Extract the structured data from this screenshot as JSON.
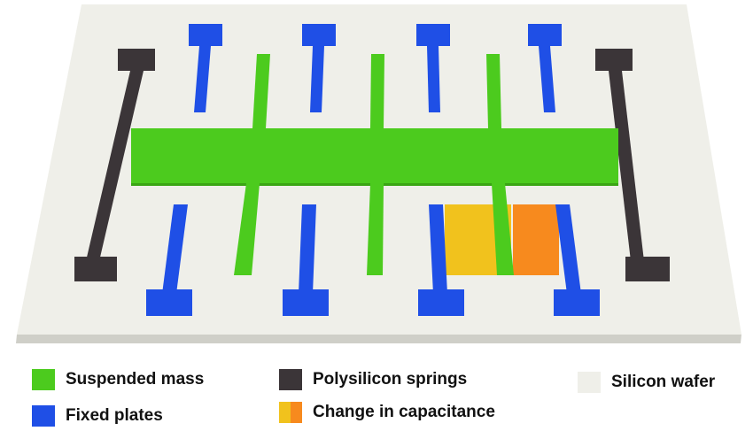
{
  "colors": {
    "wafer": "#efefe9",
    "wafer_side": "#cfcfc8",
    "mass": "#4ccb1e",
    "mass_shade": "#3aa514",
    "springs": "#3b3538",
    "plates": "#1f4fe6",
    "cap_left": "#f1c21d",
    "cap_right": "#f78a1e"
  },
  "legend": {
    "suspended_mass": "Suspended mass",
    "fixed_plates": "Fixed plates",
    "polysilicon_springs": "Polysilicon springs",
    "change_in_capacitance": "Change in capacitance",
    "silicon_wafer": "Silicon wafer"
  }
}
